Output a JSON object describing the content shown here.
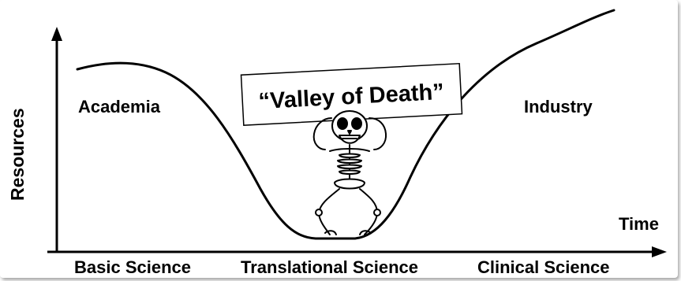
{
  "diagram": {
    "y_axis_label": "Resources",
    "x_axis_end_label": "Time",
    "regions": {
      "left": "Academia",
      "right": "Industry"
    },
    "valley_label": "“Valley of Death”",
    "stages": [
      "Basic Science",
      "Translational Science",
      "Clinical Science"
    ],
    "colors": {
      "line": "#000000",
      "background": "#ffffff"
    },
    "icon": "skeleton-icon"
  }
}
